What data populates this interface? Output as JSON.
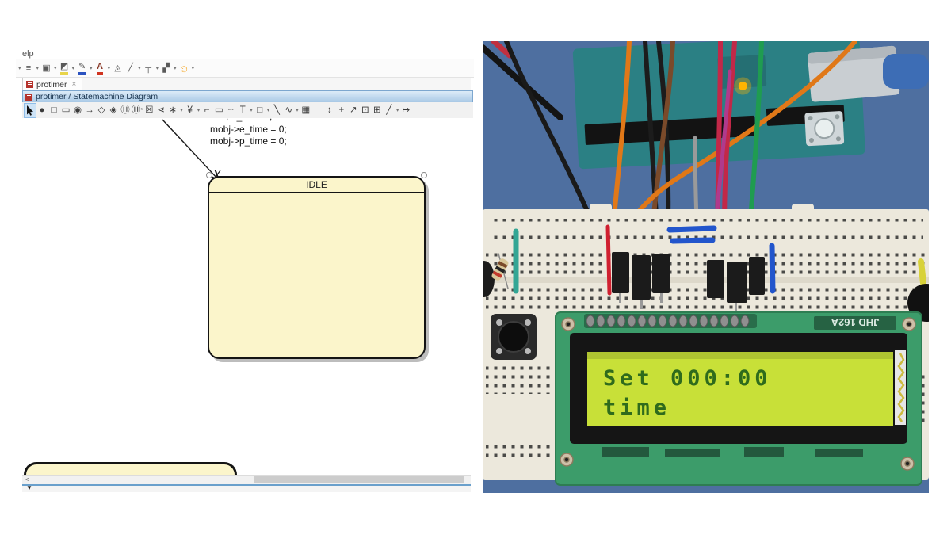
{
  "modeler": {
    "menu_fragment": "elp",
    "main_toolbar": {
      "caret": "▾",
      "align_glyph": "≡",
      "copy_style_glyph": "▣",
      "fill_color_glyph": "◩",
      "line_color_glyph": "✎",
      "font_color_glyph": "A",
      "compass_glyph": "◬",
      "connector_glyph": "╱",
      "hierarchy_glyph": "┬",
      "grid_small_glyph": "▞",
      "smiley_glyph": "☺"
    },
    "tab": {
      "label": "protimer",
      "close": "×"
    },
    "diagram_title": "protimer / Statemachine Diagram",
    "diagram_toolbar": {
      "initial_state": "●",
      "state": "□",
      "submachine_state": "▭",
      "final_state": "◉",
      "transition": "→",
      "choice": "◇",
      "junction": "◈",
      "shallow_history": "Ⓗ",
      "deep_history": "Ⓗ",
      "deep_history_star": "*",
      "terminate": "☒",
      "entry_point": "⋖",
      "fork": "∗",
      "join": "¥",
      "send_signal": "⌐",
      "note": "▭",
      "dashed_link": "┄",
      "text_tool": "T",
      "rect_tool": "□",
      "line_tool": "╲",
      "curve_tool": "∿",
      "image_tool": "▦",
      "fit_height": "↕",
      "pan": "+",
      "pointer_zoom": "↗",
      "grid_toggle": "⊡",
      "snap_toggle": "⊞",
      "link_style": "╱",
      "reroute": "↦"
    },
    "canvas": {
      "clipped_line_fragment": "·····,   ·_····   · ;",
      "code_lines": "mobj->e_time = 0;\nmobj->p_time = 0;",
      "state_name": "IDLE"
    },
    "hscrollbar_left_arrow": "<",
    "status_triangle": "▼"
  },
  "photo": {
    "lcd": {
      "line1": "Set  000:00",
      "line2": "time",
      "module_label": "JHD 162A"
    },
    "colors": {
      "photo_background": "#4e6fa0",
      "lcd_screen": "#c8e038",
      "lcd_text": "#2f6b1c",
      "lcd_pcb": "#3c9c6a",
      "arduino_pcb": "#2b8084",
      "breadboard": "#ece8dc",
      "state_fill": "#fbf5cb",
      "titlebar_blue": "#a9c9e6"
    }
  }
}
